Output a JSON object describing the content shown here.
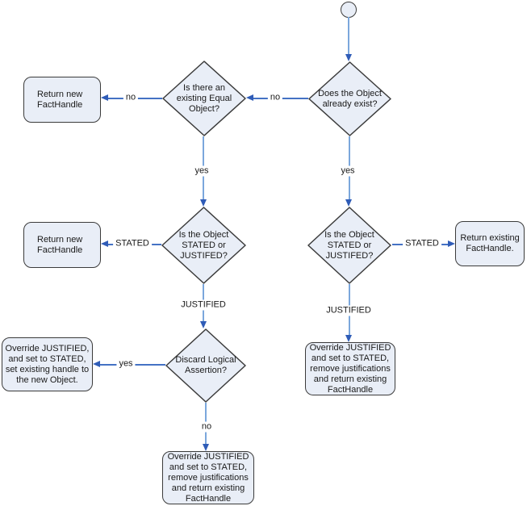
{
  "colors": {
    "background": "#ffffff",
    "shape_fill": "#e9eef7",
    "shape_border": "#3b3b3b",
    "connector_vertical": "#7ba7dc",
    "connector_horizontal": "#4472c4",
    "arrowhead": "#2f5cb7",
    "text": "#1a1a1a"
  },
  "nodes": {
    "start": {
      "type": "start-terminator"
    },
    "decision_object_exists": {
      "text": "Does the Object already exist?"
    },
    "decision_existing_equal": {
      "text": "Is there an existing Equal Object?"
    },
    "return_new_facthandle_top": {
      "text": "Return new FactHandle"
    },
    "return_new_facthandle_mid": {
      "text": "Return new FactHandle"
    },
    "decision_stated_left": {
      "text": "Is the Object STATED or JUSTIFED?"
    },
    "decision_stated_right": {
      "text": "Is the Object STATED or JUSTIFED?"
    },
    "return_existing_facthandle": {
      "text": "Return existing FactHandle."
    },
    "decision_discard_logical": {
      "text": "Discard Logical Assertion?"
    },
    "override_set_existing_handle": {
      "text": "Override JUSTIFIED, and set to STATED, set existing handle to the new Object."
    },
    "override_remove_justifications_right": {
      "text": "Override JUSTIFIED and set to STATED, remove justifications and return existing FactHandle"
    },
    "override_remove_justifications_bottom": {
      "text": "Override JUSTIFIED and set to STATED, remove justifications and return existing FactHandle"
    }
  },
  "edge_labels": {
    "exists_no": "no",
    "equal_no": "no",
    "equal_yes": "yes",
    "exists_yes": "yes",
    "stated_left": "STATED",
    "stated_right": "STATED",
    "justified_left": "JUSTIFIED",
    "justified_right": "JUSTIFIED",
    "discard_yes": "yes",
    "discard_no": "no"
  }
}
